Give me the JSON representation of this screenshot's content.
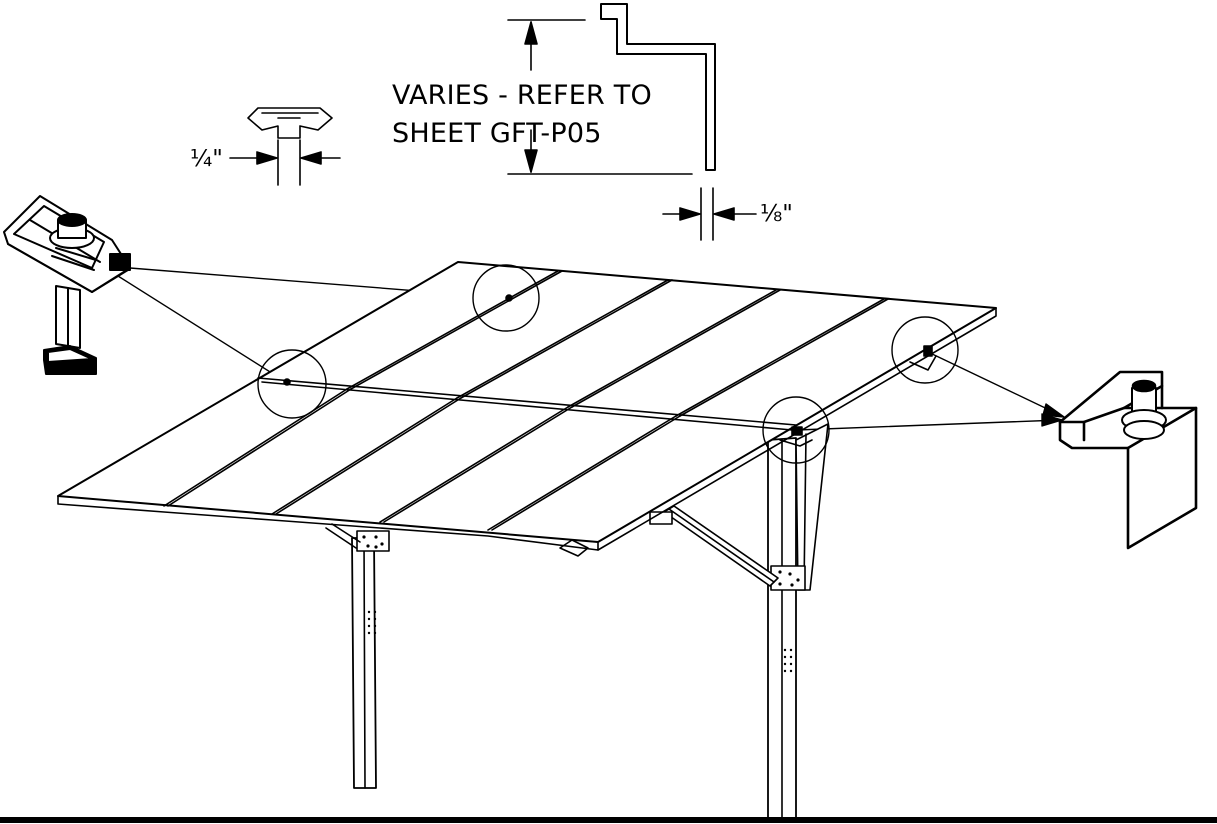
{
  "note": {
    "line1": "VARIES - REFER TO",
    "line2": "SHEET GFT-P05"
  },
  "dimensions": {
    "clamp_gap": "¼\"",
    "panel_gap": "⅛\""
  },
  "colors": {
    "line": "#000000",
    "background": "#ffffff"
  }
}
